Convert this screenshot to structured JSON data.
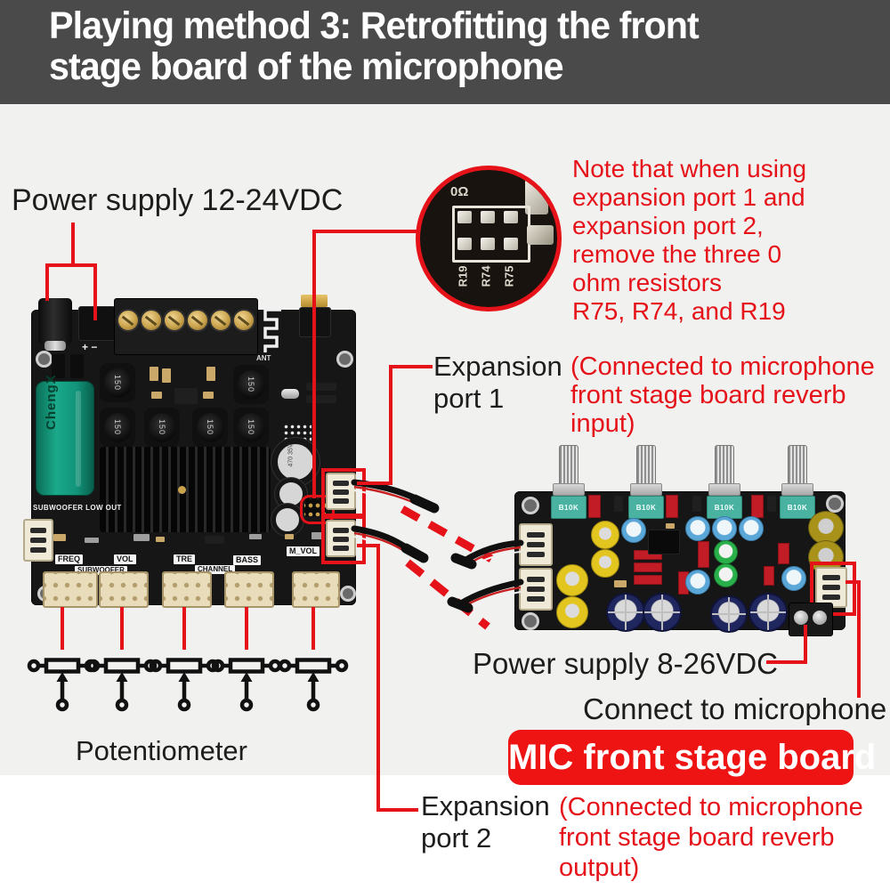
{
  "colors": {
    "header_bg": "#4a4a4a",
    "page_bg": "#f1f1ef",
    "page_bg_bottom": "#ffffff",
    "accent_red": "#e51219",
    "banner_red": "#ee1414",
    "board_black": "#161616"
  },
  "header": {
    "line1": "Playing method 3: Retrofitting the front",
    "line2": "stage board of the microphone"
  },
  "annotations": {
    "power_supply_main": "Power supply 12-24VDC",
    "note_lines": [
      "Note that when using",
      "expansion port 1 and",
      "expansion port 2,",
      "remove the three 0",
      "ohm resistors",
      "R75, R74, and R19"
    ],
    "expansion_port_1_line1": "Expansion",
    "expansion_port_1_line2": "port 1",
    "expansion_port_1_detail": [
      "(Connected to microphone",
      "front stage board reverb",
      "input)"
    ],
    "power_supply_mic": "Power supply 8-26VDC",
    "connect_to_microphone": "Connect to microphone",
    "mic_banner": "MIC front stage board",
    "expansion_port_2_line1": "Expansion",
    "expansion_port_2_line2": "port 2",
    "expansion_port_2_detail": [
      "(Connected to microphone",
      "front stage board reverb",
      "output)"
    ],
    "potentiometer": "Potentiometer"
  },
  "magnifier": {
    "zero_ohm": "0Ω",
    "resistors": [
      "R19",
      "R74",
      "R75"
    ]
  },
  "main_board": {
    "silk_subwoofer_low_out": "SUBWOOFER LOW OUT",
    "silk_ant": "ANT",
    "silk_polarity": "+  −",
    "inductor_marking": "150",
    "cap_marking": "470 35V",
    "port_labels": [
      "FREQ",
      "VOL",
      "TRE",
      "BASS",
      "M_VOL"
    ],
    "silk_subwoofer": "SUBWOOFER",
    "silk_channel": "CHANNEL"
  },
  "mic_board": {
    "pot_marking": "B10K"
  }
}
